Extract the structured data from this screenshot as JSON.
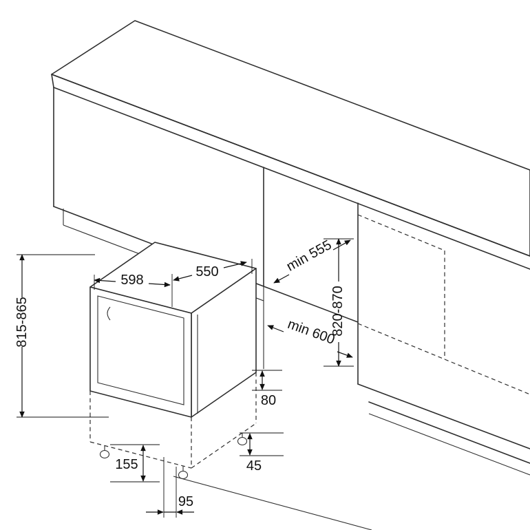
{
  "diagram": {
    "dimensions": {
      "appliance_width": "598",
      "appliance_depth": "550",
      "appliance_height": "815-865",
      "niche_depth_min": "min 555",
      "niche_height_range": "820-870",
      "niche_width_min": "min 600",
      "base_recess_height": "80",
      "foot_adjust_range": "155",
      "base_setback": "45",
      "side_offset": "95"
    },
    "colors": {
      "line": "#2e2e2e",
      "dimension": "#111111",
      "background": "#ffffff"
    }
  }
}
